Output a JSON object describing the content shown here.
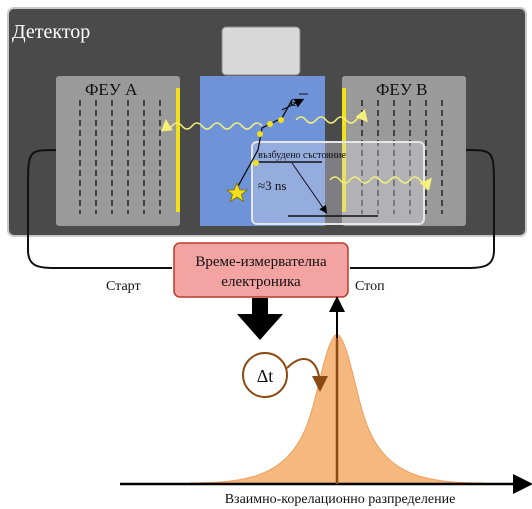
{
  "detector": {
    "title": "Детектор",
    "pmt_a": "ФЕУ А",
    "pmt_b": "ФЕУ В",
    "electron": "e",
    "excited_state": "възбудено състояние",
    "lifetime": "≈3 ns"
  },
  "electronics": {
    "line1": "Време-измервателна",
    "line2": "електроника",
    "start": "Старт",
    "stop": "Стоп"
  },
  "plot": {
    "delta_t": "Δt",
    "xlabel": "Взаимно-корелационно разпределение"
  },
  "colors": {
    "detector_bg": "#4a4a4a",
    "pmt": "#9a9a9a",
    "scintillator": "#6f93d8",
    "photocathode": "#f2e01a",
    "photon": "#f5f07a",
    "electronics_box": "#f4a3a3",
    "distribution": "#f5b87f",
    "delta_t_ring": "#8b4a12"
  }
}
